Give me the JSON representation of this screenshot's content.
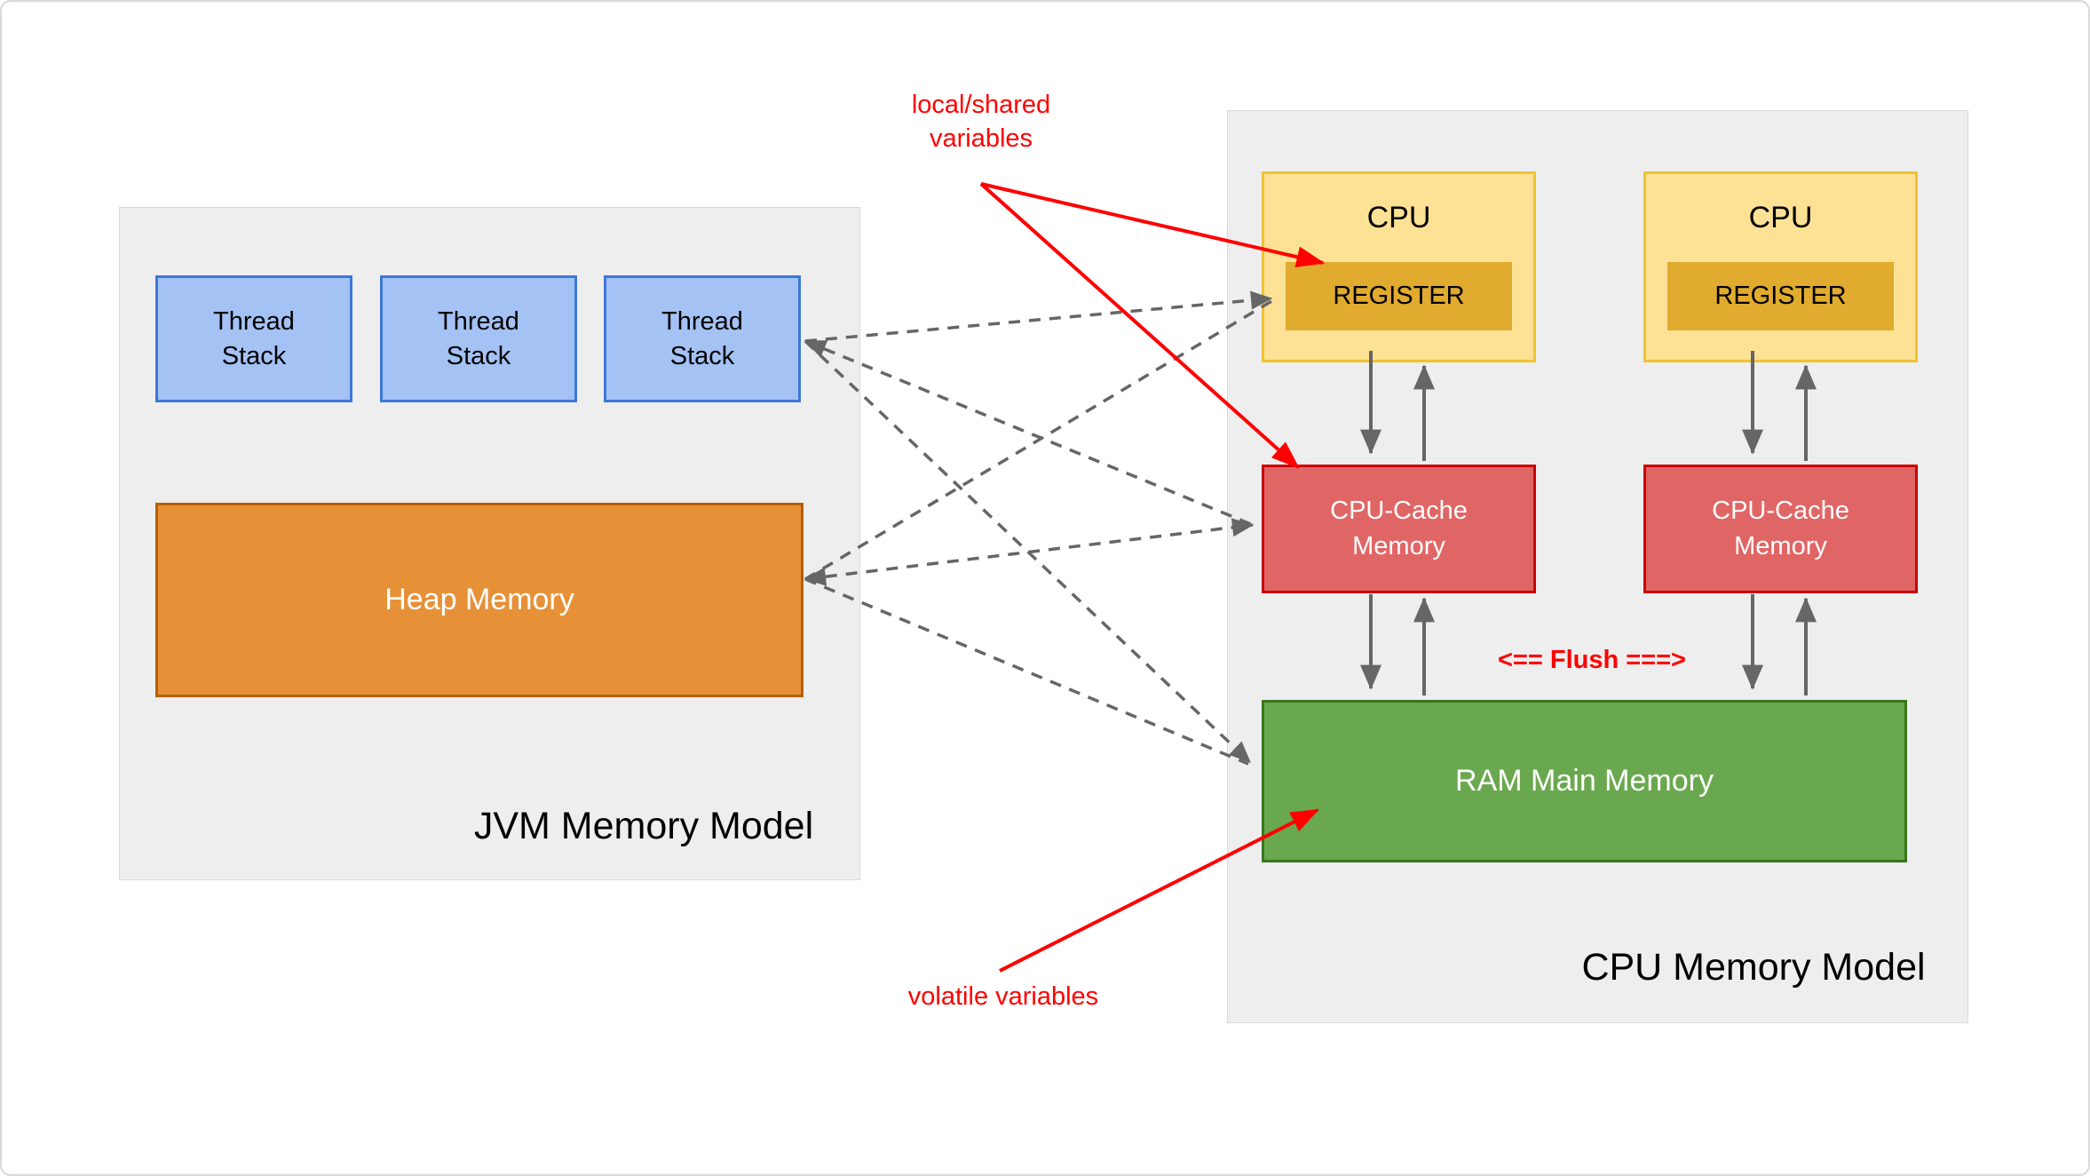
{
  "jvm_panel": {
    "title": "JVM Memory Model",
    "thread_stacks": [
      "Thread Stack",
      "Thread Stack",
      "Thread Stack"
    ],
    "heap_label": "Heap Memory"
  },
  "cpu_panel": {
    "title": "CPU Memory Model",
    "cpus": [
      {
        "label": "CPU",
        "register_label": "REGISTER"
      },
      {
        "label": "CPU",
        "register_label": "REGISTER"
      }
    ],
    "caches": [
      "CPU-Cache Memory",
      "CPU-Cache Memory"
    ],
    "ram_label": "RAM Main Memory",
    "flush_label": "<== Flush ===>"
  },
  "annotations": {
    "local_shared_line1": "local/shared",
    "local_shared_line2": "variables",
    "volatile_label": "volatile variables"
  },
  "colors": {
    "panel_bg": "#eeeeee",
    "panel_border": "#d9d9d9",
    "thread_fill": "#a4c2f4",
    "thread_border": "#3d78d8",
    "heap_fill": "#e69138",
    "heap_border": "#b45f06",
    "cpu_fill": "#fde295",
    "cpu_border": "#f1c232",
    "register_fill": "#e0ab2e",
    "cache_fill": "#e06666",
    "cache_border": "#cc0000",
    "ram_fill": "#6aa84f",
    "ram_border": "#38761d",
    "arrow_gray": "#666666",
    "annotation_red": "#ff0000"
  }
}
